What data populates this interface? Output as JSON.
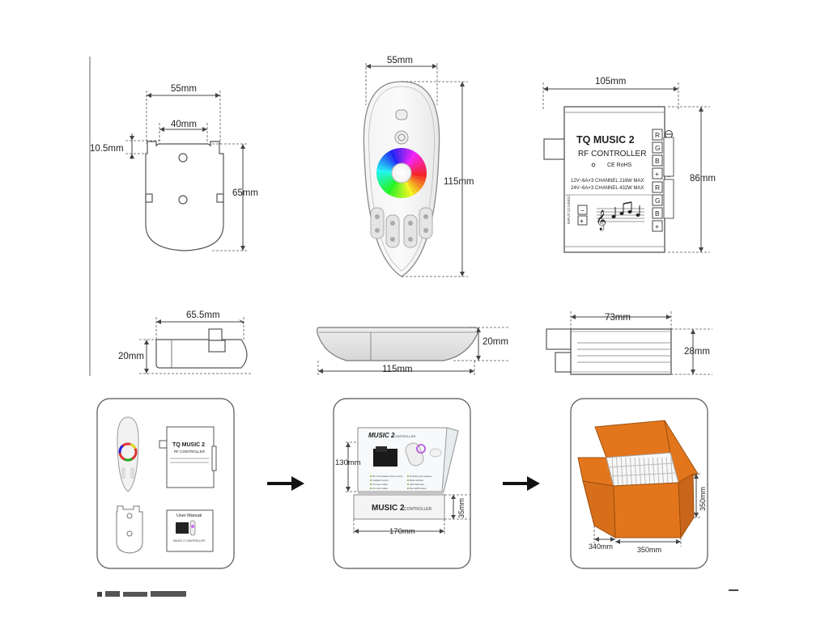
{
  "dims": {
    "bracket_top_width": "55mm",
    "bracket_hole_spacing": "40mm",
    "bracket_tab": "10.5mm",
    "bracket_height": "65mm",
    "bracket_side_width": "65.5mm",
    "bracket_side_height": "20mm",
    "remote_width": "55mm",
    "remote_height": "115mm",
    "remote_side_height": "20mm",
    "remote_side_length": "115mm",
    "controller_width": "105mm",
    "controller_height": "86mm",
    "controller_side_width": "73mm",
    "controller_side_height": "28mm",
    "gift_box_height": "130mm",
    "gift_box_depth": "35mm",
    "gift_box_width": "170mm",
    "carton_height": "350mm",
    "carton_depth": "340mm",
    "carton_width": "350mm"
  },
  "controller": {
    "title": "TQ MUSIC 2",
    "subtitle": "RF CONTROLLER",
    "cert": "CE RoHS",
    "spec1": "12V~6A×3 CHANNEL   216W MAX",
    "spec2": "24V~6A×3 CHANNEL   432W MAX",
    "input_label": "INPUT 12-24VDC",
    "terminals": [
      "R",
      "G",
      "B",
      "+"
    ],
    "input_terminals": [
      "−",
      "+"
    ]
  },
  "package": {
    "manual_title": "User Manual",
    "manual_caption": "MUSIC 2 CONTROLLER",
    "box_brand": "MUSIC 2",
    "box_sub": "CONTROLLER",
    "box_features": [
      "RF 2.4G wireless remote control",
      "Touching color selection",
      "Intelligent control",
      "Mode up/down",
      "10 music modes",
      "LED brightness",
      "15 music modes",
      "Max 432W output"
    ]
  },
  "colors": {
    "carton": "#e3761c",
    "carton_edge": "#9c4f0f",
    "arrow": "#111111",
    "frame": "#555555"
  }
}
